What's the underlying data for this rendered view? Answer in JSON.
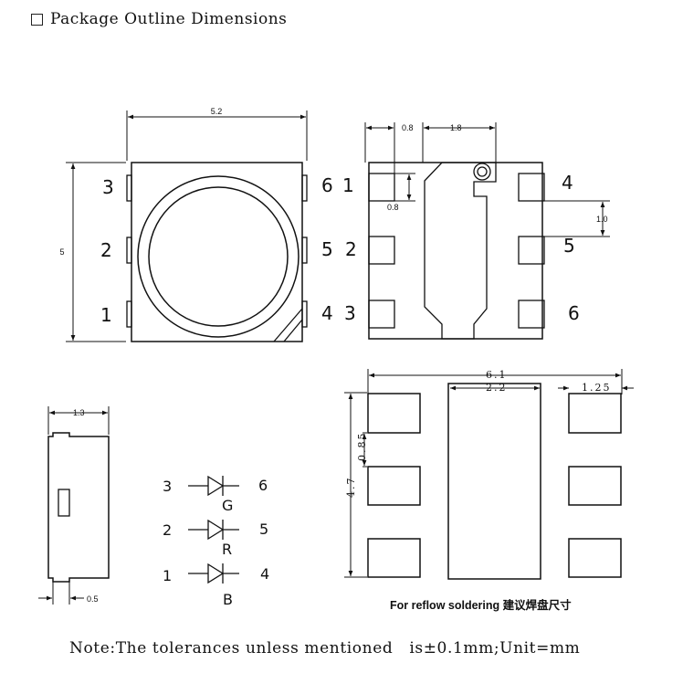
{
  "title": "Package Outline Dimensions",
  "note": "Note:The tolerances unless mentioned   is±0.1mm;Unit=mm",
  "reflow_label": "For reflow soldering 建议焊盘尺寸",
  "colors": {
    "line": "#111111",
    "background": "#ffffff"
  },
  "top_view": {
    "width_dim": "5.2",
    "height_dim": "5",
    "left_pins": [
      "3",
      "2",
      "1"
    ],
    "right_pins": [
      "6",
      "5",
      "4"
    ]
  },
  "bottom_view": {
    "dim_a": "0.8",
    "dim_b": "1.8",
    "dim_c": "0.8",
    "dim_d": "1.0",
    "left_pins": [
      "1",
      "2",
      "3"
    ],
    "right_pins": [
      "4",
      "5",
      "6"
    ]
  },
  "side_view": {
    "width_dim": "1.3",
    "lead_dim": "0.5"
  },
  "schematic": {
    "rows": [
      {
        "left": "3",
        "right": "6",
        "label": "G"
      },
      {
        "left": "2",
        "right": "5",
        "label": "R"
      },
      {
        "left": "1",
        "right": "4",
        "label": "B"
      }
    ]
  },
  "footprint": {
    "total_width": "6.1",
    "center_width": "2.2",
    "pad_width": "1.25",
    "pad_pitch": "0.85",
    "total_height": "4.7"
  }
}
